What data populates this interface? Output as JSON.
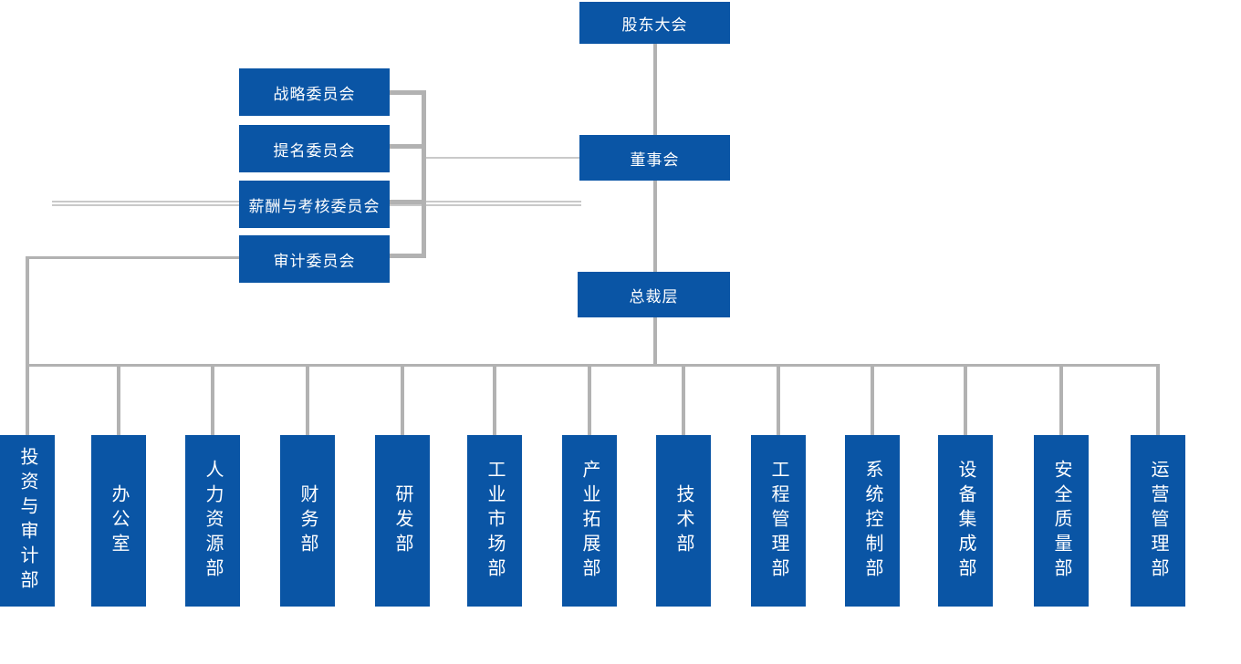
{
  "org": {
    "shareholders": "股东大会",
    "board": "董事会",
    "president": "总裁层",
    "committees": [
      "战略委员会",
      "提名委员会",
      "薪酬与考核委员会",
      "审计委员会"
    ],
    "departments": [
      "投资与审计部",
      "办公室",
      "人力资源部",
      "财务部",
      "研发部",
      "工业市场部",
      "产业拓展部",
      "技术部",
      "工程管理部",
      "系统控制部",
      "设备集成部",
      "安全质量部",
      "运营管理部"
    ]
  },
  "colors": {
    "node_blue": "#0a55a5",
    "connector_gray": "#b2b2b2",
    "thin_connector_gray": "#c9c9c9",
    "text_white": "#ffffff"
  }
}
